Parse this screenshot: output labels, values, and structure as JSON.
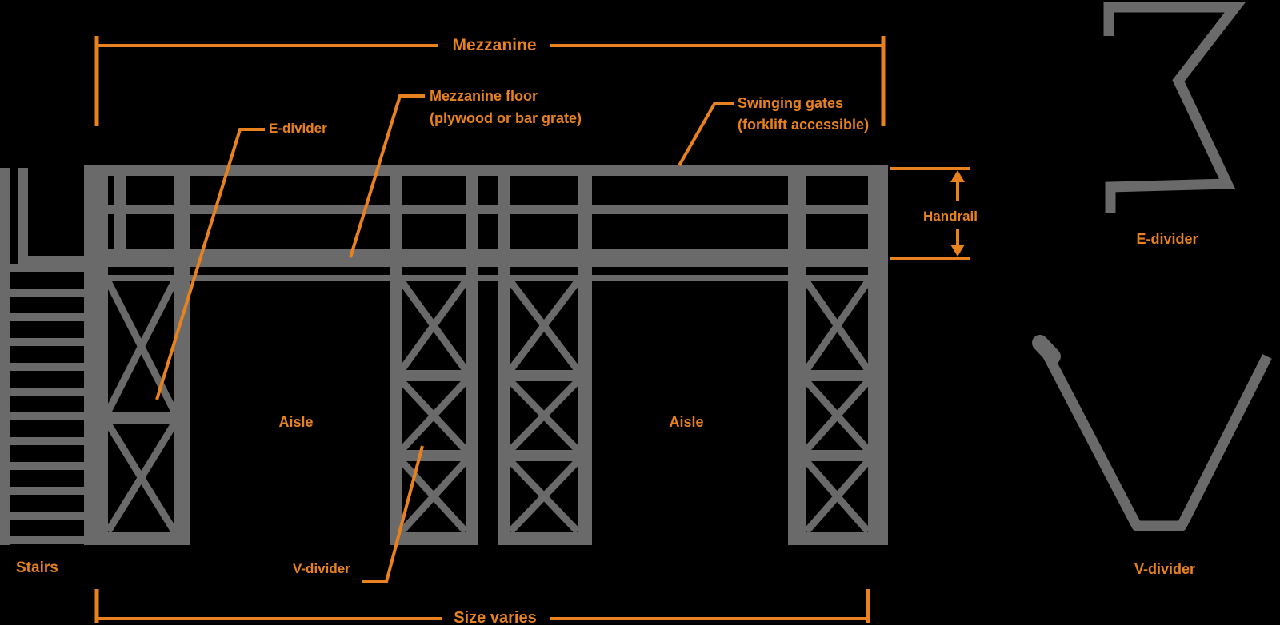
{
  "diagram": {
    "background": "#000000",
    "colors": {
      "accent": "#E8821E",
      "structure": "#6A6A6A"
    },
    "dimensions": {
      "top_label": "Mezzanine",
      "bottom_label": "Size varies",
      "handrail_label": "Handrail"
    },
    "callouts": {
      "mezzanine_floor": {
        "line1": "Mezzanine floor",
        "line2": "(plywood or bar grate)"
      },
      "swinging_gates": {
        "line1": "Swinging gates",
        "line2": "(forklift accessible)"
      },
      "e_divider": "E-divider",
      "v_divider": "V-divider",
      "stairs": "Stairs",
      "aisle_left": "Aisle",
      "aisle_right": "Aisle"
    },
    "legend": {
      "e_divider": "E-divider",
      "v_divider": "V-divider"
    }
  }
}
